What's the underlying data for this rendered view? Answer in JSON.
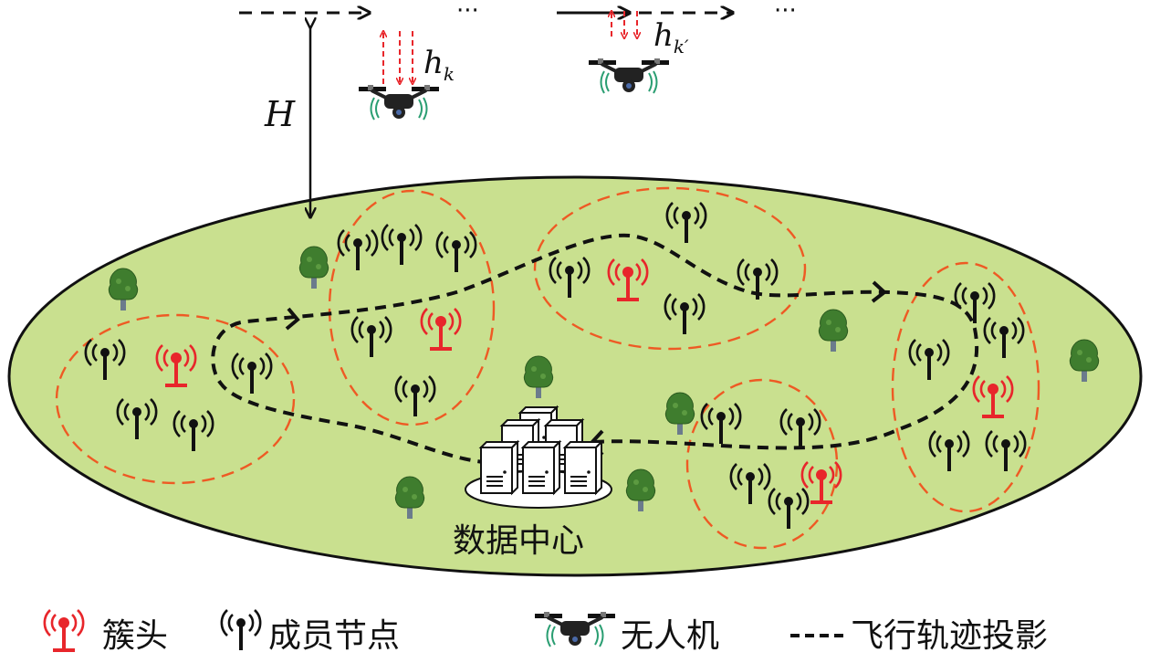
{
  "labels": {
    "height": "H",
    "uav1_alt": "h",
    "uav1_sub": "k",
    "uav2_alt": "h",
    "uav2_sub": "k′",
    "ellipsis": "···",
    "data_center": "数据中心"
  },
  "legend": {
    "cluster_head": "簇头",
    "member_node": "成员节点",
    "uav": "无人机",
    "trajectory": "飞行轨迹投影"
  },
  "colors": {
    "ground": "#c9e08f",
    "cluster_border": "#ee5a24",
    "head": "#e8262b",
    "member": "#111111",
    "tree": "#3f7d2e"
  }
}
